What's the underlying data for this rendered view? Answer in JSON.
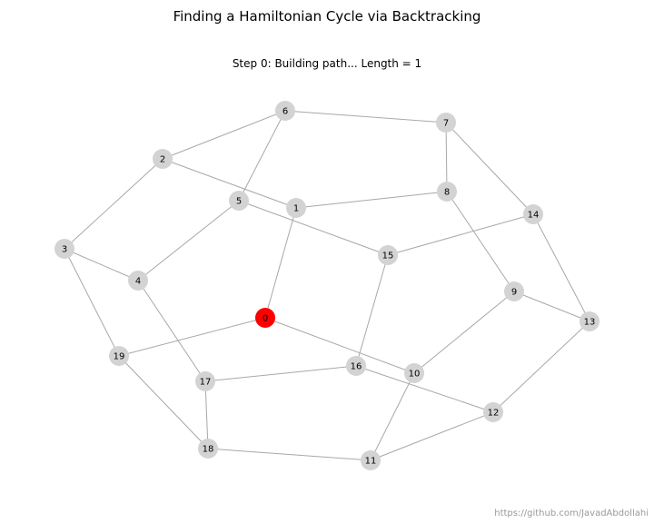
{
  "title": "Finding a Hamiltonian Cycle via Backtracking",
  "subtitle": "Step 0: Building path... Length = 1",
  "watermark": "https://github.com/JavadAbdollahi",
  "colors": {
    "node_default": "#d3d3d3",
    "node_active": "#ff0000",
    "edge": "#a8a8a8"
  },
  "graph": {
    "path": [
      0
    ],
    "nodes": [
      "0",
      "1",
      "2",
      "3",
      "4",
      "5",
      "6",
      "7",
      "8",
      "9",
      "10",
      "11",
      "12",
      "13",
      "14",
      "15",
      "16",
      "17",
      "18",
      "19"
    ],
    "edges": [
      [
        0,
        1
      ],
      [
        0,
        19
      ],
      [
        0,
        10
      ],
      [
        1,
        2
      ],
      [
        1,
        8
      ],
      [
        2,
        3
      ],
      [
        2,
        6
      ],
      [
        3,
        4
      ],
      [
        3,
        19
      ],
      [
        4,
        5
      ],
      [
        4,
        17
      ],
      [
        5,
        6
      ],
      [
        5,
        15
      ],
      [
        6,
        7
      ],
      [
        7,
        8
      ],
      [
        7,
        14
      ],
      [
        8,
        9
      ],
      [
        9,
        10
      ],
      [
        9,
        13
      ],
      [
        10,
        11
      ],
      [
        11,
        12
      ],
      [
        11,
        18
      ],
      [
        12,
        13
      ],
      [
        12,
        16
      ],
      [
        13,
        14
      ],
      [
        14,
        15
      ],
      [
        15,
        16
      ],
      [
        16,
        17
      ],
      [
        17,
        18
      ],
      [
        18,
        19
      ]
    ]
  }
}
